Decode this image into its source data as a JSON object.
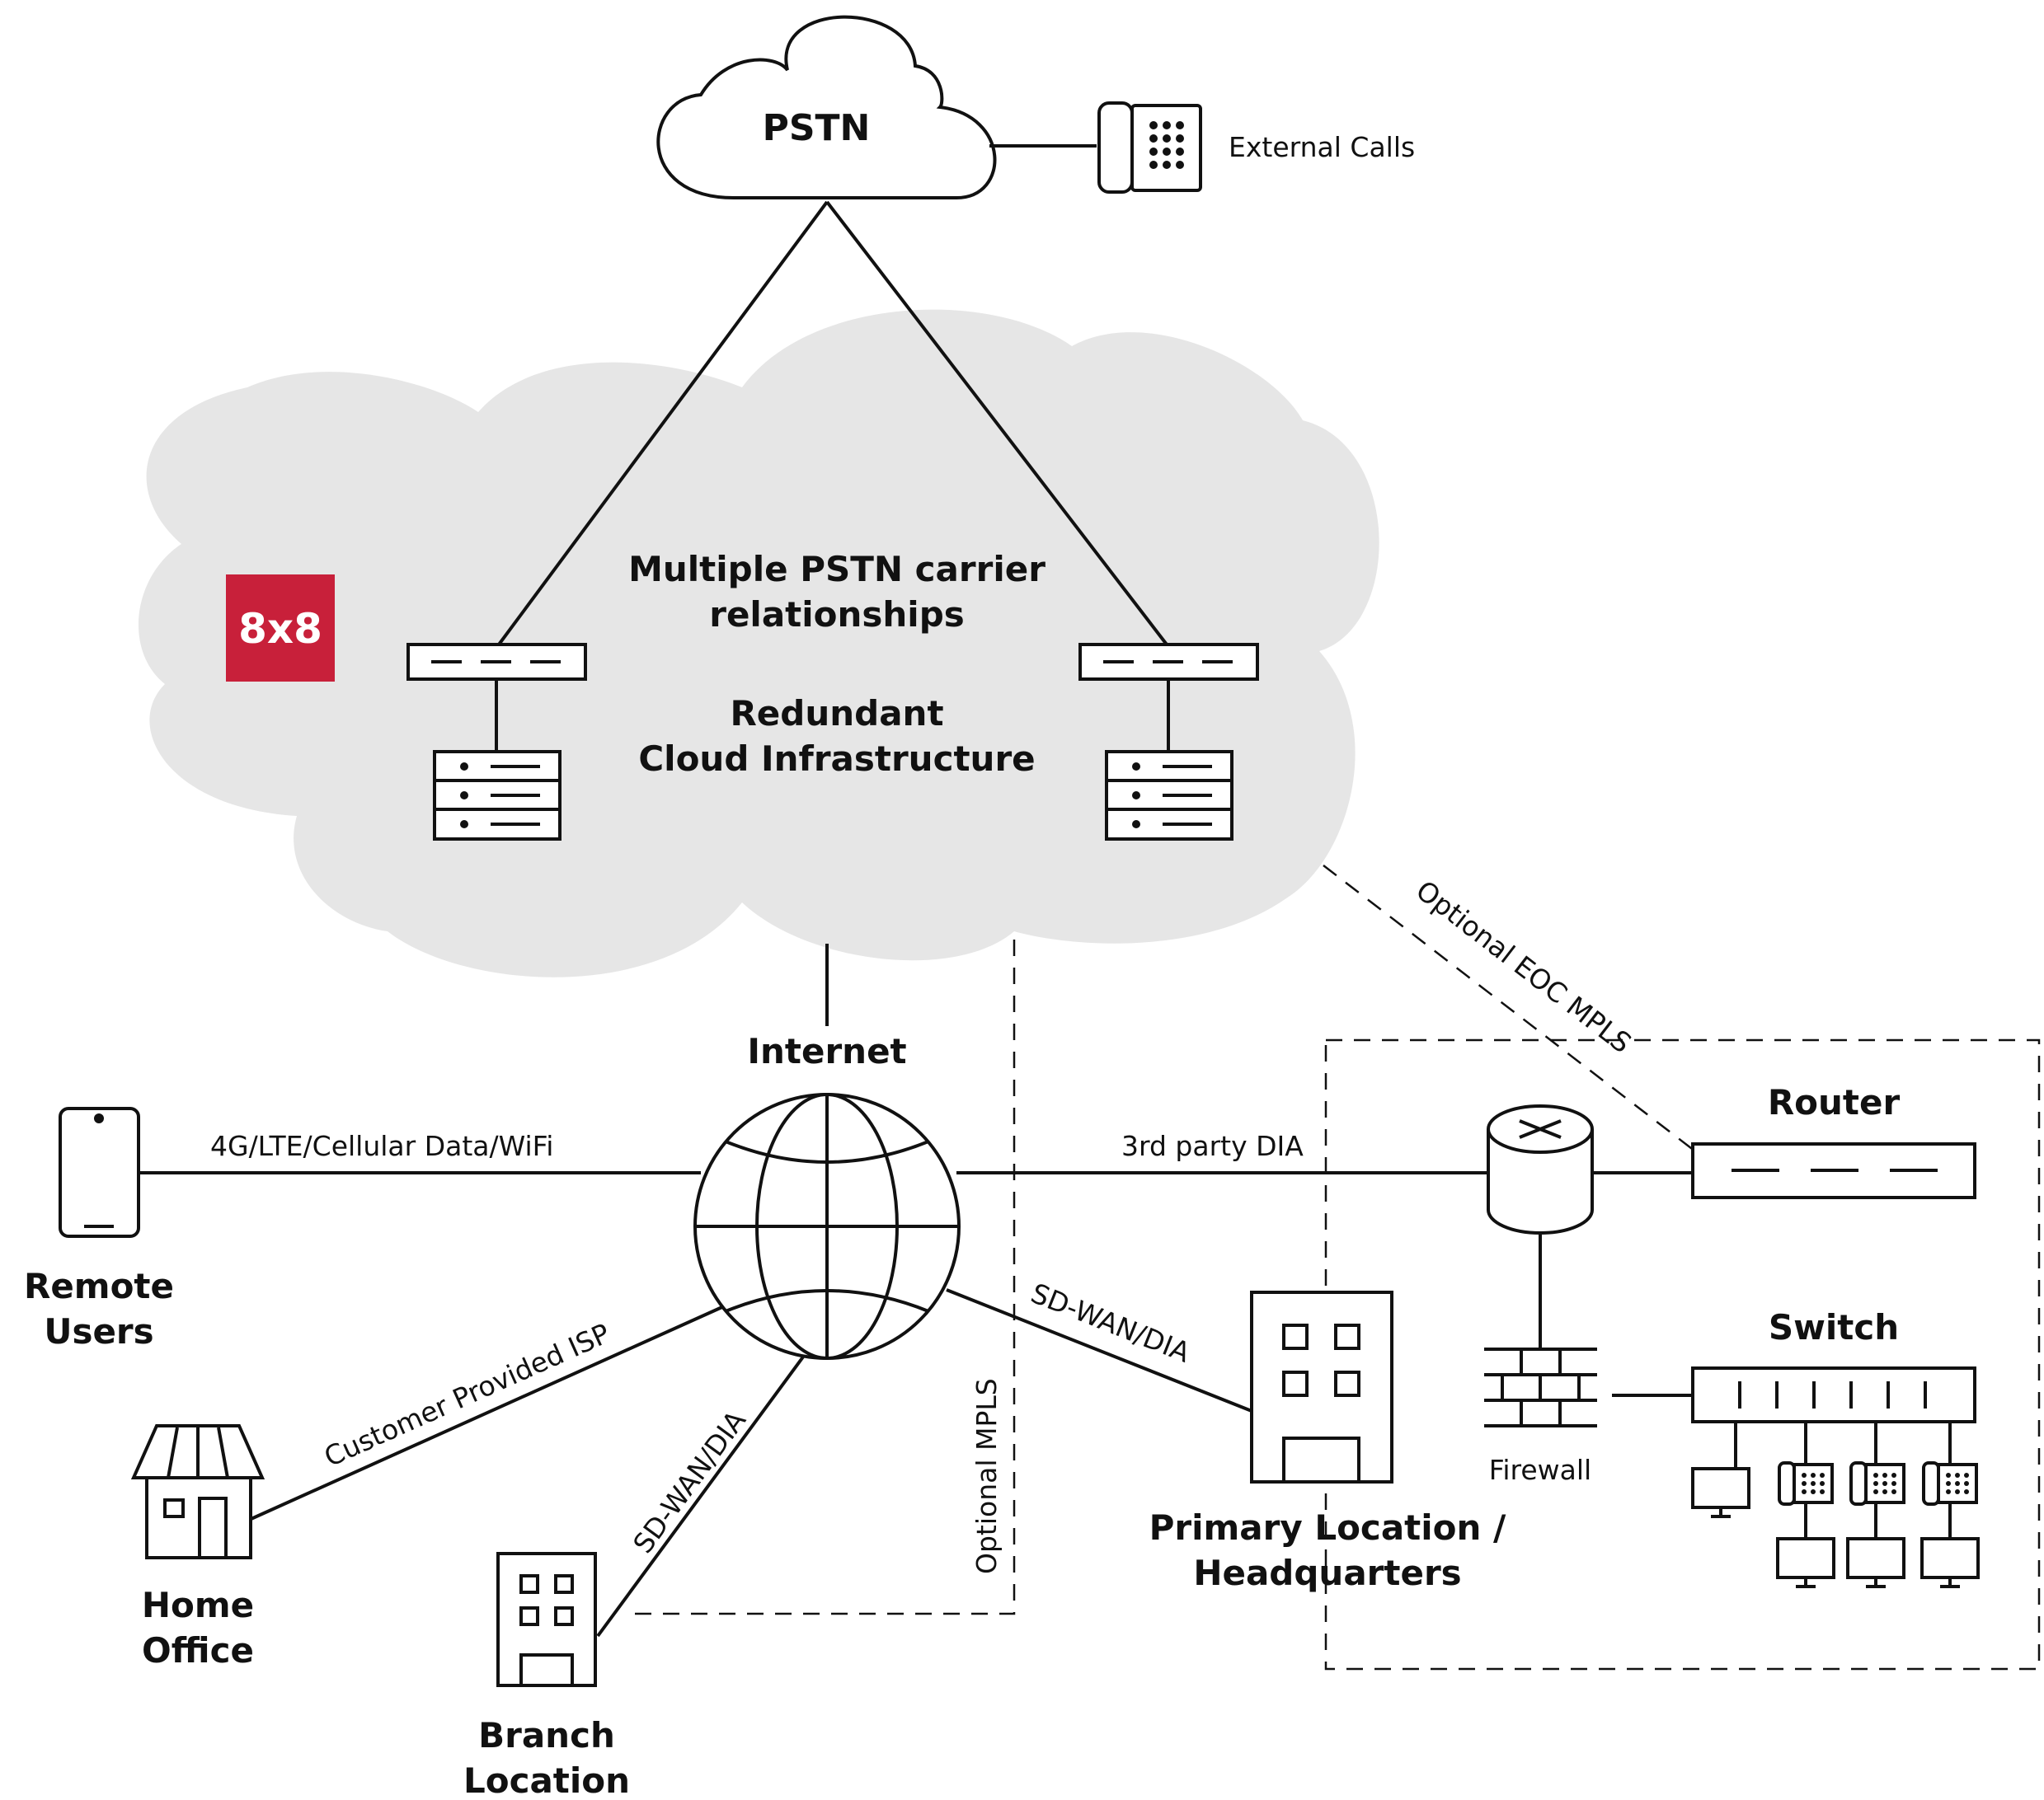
{
  "pstn": {
    "label": "PSTN"
  },
  "external_calls": {
    "label": "External Calls"
  },
  "provider_cloud": {
    "logo": "8x8",
    "logo_color": "#c8203a",
    "cloud_color": "#e6e6e6",
    "line1": "Multiple PSTN carrier",
    "line2": "relationships",
    "line3": "Redundant",
    "line4": "Cloud Infrastructure"
  },
  "internet": {
    "label": "Internet"
  },
  "remote_users": {
    "line1": "Remote",
    "line2": "Users"
  },
  "home_office": {
    "line1": "Home",
    "line2": "Office"
  },
  "branch": {
    "line1": "Branch",
    "line2": "Location"
  },
  "primary": {
    "line1": "Primary Location /",
    "line2": "Headquarters"
  },
  "router": {
    "label": "Router"
  },
  "switch": {
    "label": "Switch"
  },
  "firewall": {
    "label": "Firewall"
  },
  "links": {
    "cellular": "4G/LTE/Cellular Data/WiFi",
    "customer_isp": "Customer Provided ISP",
    "branch_sdwan": "SD-WAN/DIA",
    "optional_mpls": "Optional MPLS",
    "hq_sdwan": "SD-WAN/DIA",
    "third_party": "3rd party DIA",
    "eoc_mpls": "Optional EOC MPLS"
  }
}
